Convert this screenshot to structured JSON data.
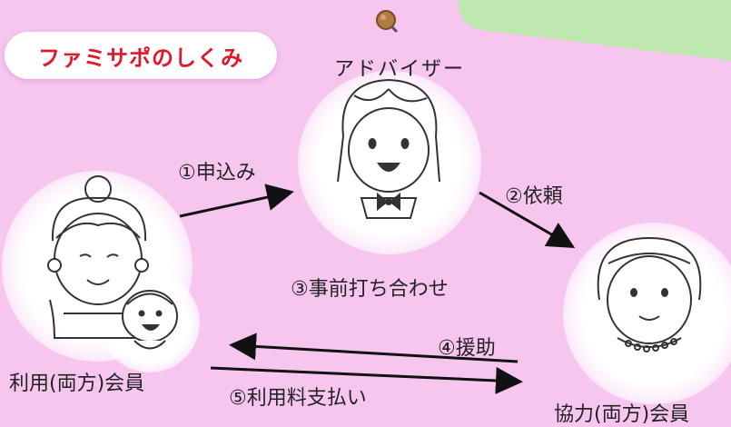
{
  "title": "ファミサポのしくみ",
  "nodes": {
    "adviser": "アドバイザー",
    "user_member": "利用(両方)会員",
    "helper_member": "協力(両方)会員"
  },
  "steps": {
    "s1": "①申込み",
    "s2": "②依頼",
    "s3": "③事前打ち合わせ",
    "s4": "④援助",
    "s5": "⑤利用料支払い"
  },
  "colors": {
    "background": "#f6c6ef",
    "title": "#e0192a",
    "accent_green": "#bfe8b0"
  },
  "icons": {
    "search": "magnifier-icon"
  }
}
